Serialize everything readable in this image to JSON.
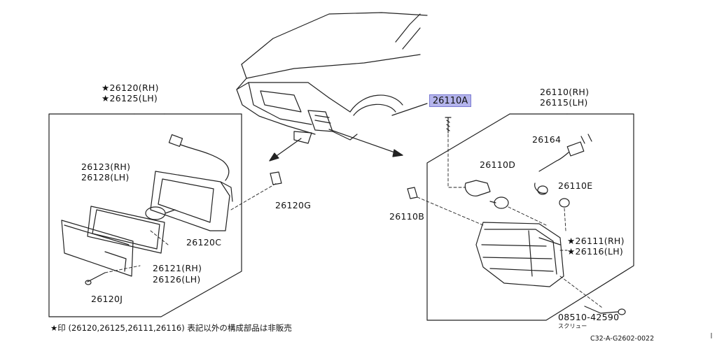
{
  "left_assembly": {
    "part_rh": "★26120(RH)",
    "part_lh": "★26125(LH)"
  },
  "right_assembly": {
    "part_rh": "26110(RH)",
    "part_lh": "26115(LH)"
  },
  "labels": {
    "p26123": "26123(RH)",
    "p26128": "26128(LH)",
    "p26120C": "26120C",
    "p26121": "26121(RH)",
    "p26126": "26126(LH)",
    "p26120J": "26120J",
    "p26120G": "26120G",
    "p26110A": "26110A",
    "p26110B": "26110B",
    "p26164": "26164",
    "p26110D": "26110D",
    "p26110E": "26110E",
    "p26111": "★26111(RH)",
    "p26116": "★26116(LH)",
    "p08510": "08510-42590",
    "screw_kana": "スクリュー"
  },
  "footnote": "★印 (26120,26125,26111,26116) 表記以外の構成部品は非販売",
  "diagram_code": "C32-A-G2602-0022",
  "highlight_color": "#b4b4ec"
}
